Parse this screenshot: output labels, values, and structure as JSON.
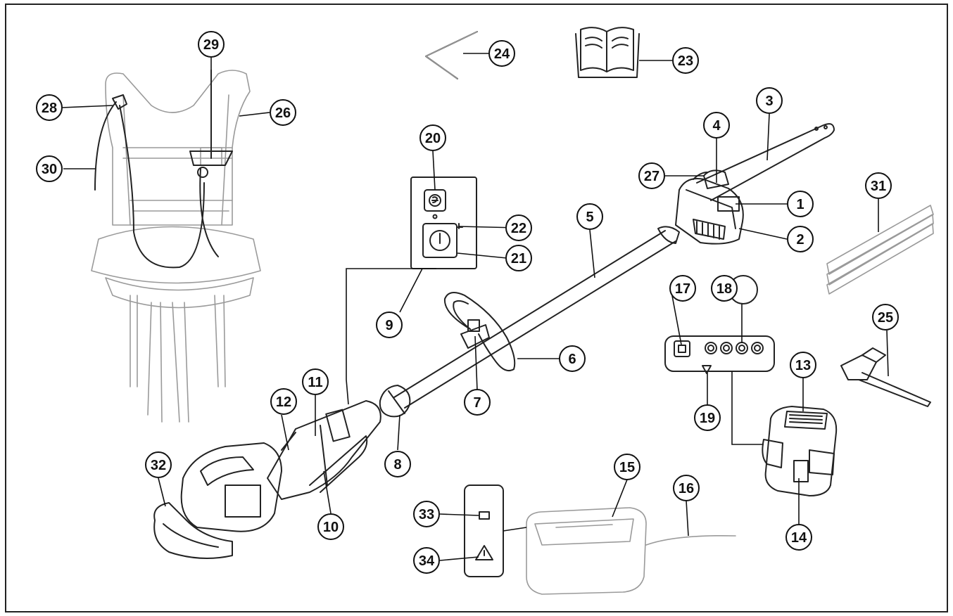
{
  "callouts": [
    {
      "id": "1",
      "label": "1"
    },
    {
      "id": "2",
      "label": "2"
    },
    {
      "id": "3",
      "label": "3"
    },
    {
      "id": "4",
      "label": "4"
    },
    {
      "id": "5",
      "label": "5"
    },
    {
      "id": "6",
      "label": "6"
    },
    {
      "id": "7",
      "label": "7"
    },
    {
      "id": "8",
      "label": "8"
    },
    {
      "id": "9",
      "label": "9"
    },
    {
      "id": "10",
      "label": "10"
    },
    {
      "id": "11",
      "label": "11"
    },
    {
      "id": "12",
      "label": "12"
    },
    {
      "id": "13",
      "label": "13"
    },
    {
      "id": "14",
      "label": "14"
    },
    {
      "id": "15",
      "label": "15"
    },
    {
      "id": "16",
      "label": "16"
    },
    {
      "id": "17",
      "label": "17"
    },
    {
      "id": "18",
      "label": "18"
    },
    {
      "id": "19",
      "label": "19"
    },
    {
      "id": "20",
      "label": "20"
    },
    {
      "id": "21",
      "label": "21"
    },
    {
      "id": "22",
      "label": "22"
    },
    {
      "id": "23",
      "label": "23"
    },
    {
      "id": "24",
      "label": "24"
    },
    {
      "id": "25",
      "label": "25"
    },
    {
      "id": "26",
      "label": "26"
    },
    {
      "id": "27",
      "label": "27"
    },
    {
      "id": "28",
      "label": "28"
    },
    {
      "id": "29",
      "label": "29"
    },
    {
      "id": "30",
      "label": "30"
    },
    {
      "id": "31",
      "label": "31"
    },
    {
      "id": "32",
      "label": "32"
    },
    {
      "id": "33",
      "label": "33"
    },
    {
      "id": "34",
      "label": "34"
    }
  ],
  "icons": {
    "eco_mode": "eco-icon",
    "power": "power-icon",
    "battery": "battery-icon",
    "warning": "warning-icon",
    "manual": "book-icon"
  }
}
